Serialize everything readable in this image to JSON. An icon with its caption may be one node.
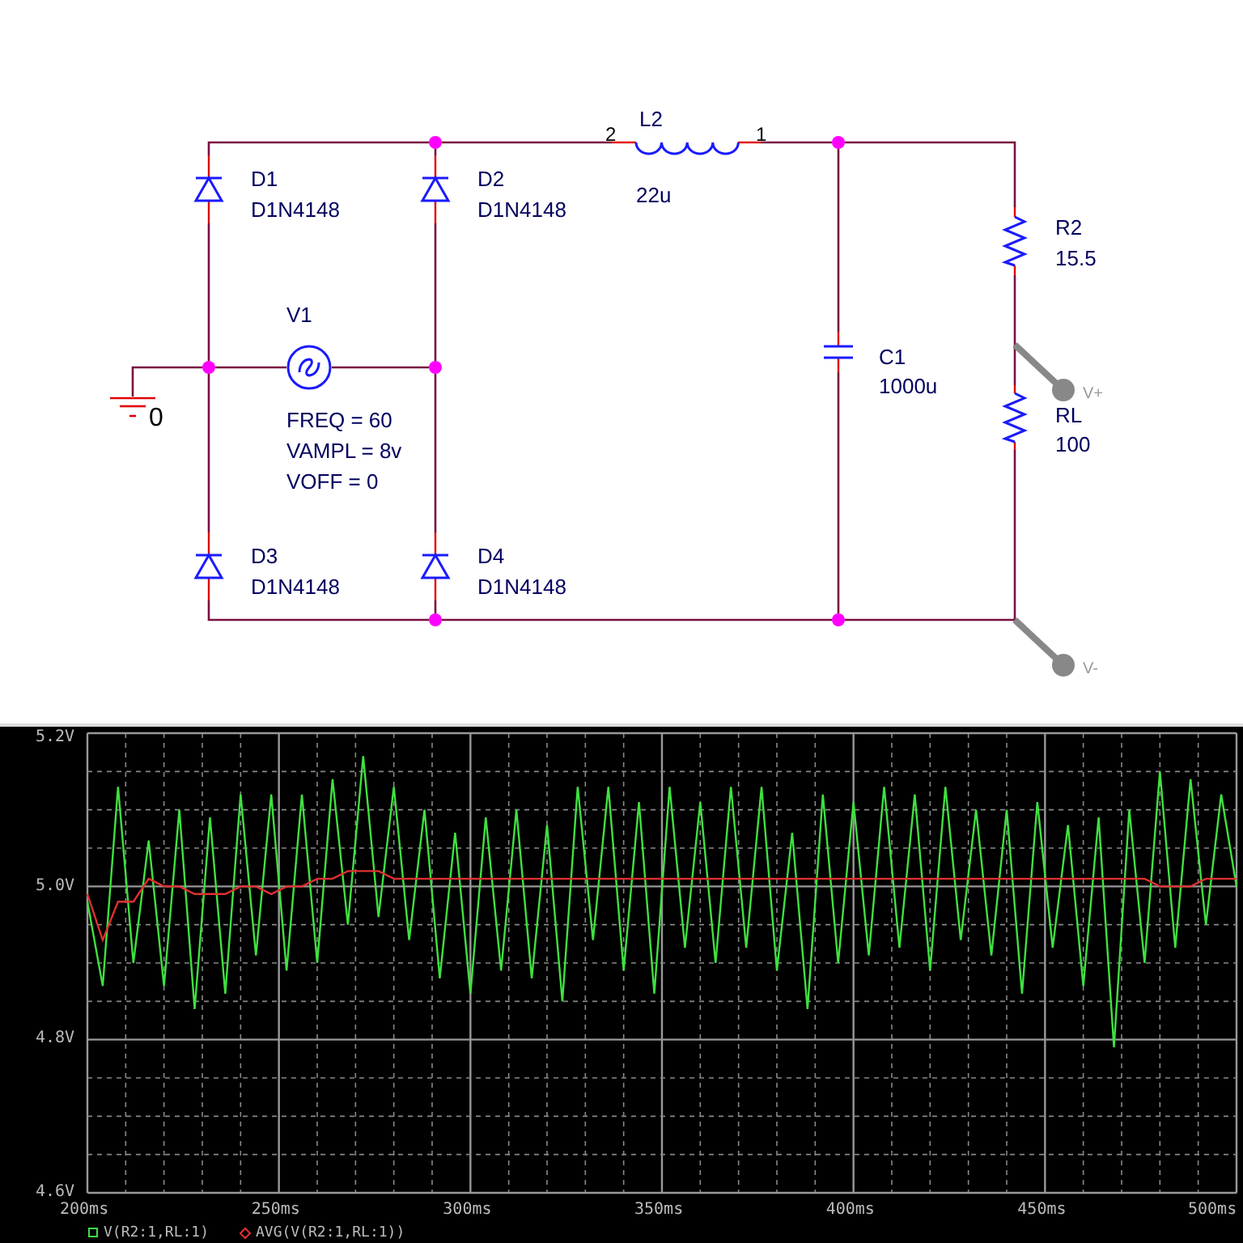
{
  "diagram": {
    "nodes": [
      {
        "text": [],
        "shape": "diode",
        "beside": [
          "D1",
          "D1N4148"
        ]
      },
      {
        "text": [],
        "shape": "dot"
      },
      {
        "text": [],
        "shape": "diode",
        "beside": [
          "D2",
          "D1N4148"
        ]
      },
      {
        "text": [],
        "shape": "inductor",
        "beside": [
          "L2",
          "2",
          "1",
          "22u"
        ]
      },
      {
        "text": [],
        "shape": "dot"
      },
      {
        "text": [],
        "shape": "resistor",
        "beside": [
          "R2",
          "15.5"
        ]
      },
      {
        "text": [],
        "shape": "circle",
        "beside": [
          "V1",
          "FREQ = 60",
          "VAMPL = 8v",
          "VOFF = 0"
        ]
      },
      {
        "text": [],
        "shape": "dot"
      },
      {
        "text": [],
        "shape": "dot"
      },
      {
        "text": [],
        "shape": "ground",
        "beside": [
          "0"
        ]
      },
      {
        "text": [],
        "shape": "capacitor",
        "beside": [
          "C1",
          "1000u"
        ]
      },
      {
        "text": [],
        "shape": "probe",
        "beside": [
          "V+"
        ]
      },
      {
        "text": [],
        "shape": "resistor",
        "beside": [
          "RL",
          "100"
        ]
      },
      {
        "text": [],
        "shape": "diode",
        "beside": [
          "D3",
          "D1N4148"
        ]
      },
      {
        "text": [],
        "shape": "diode",
        "beside": [
          "D4",
          "D1N4148"
        ]
      },
      {
        "text": [],
        "shape": "dot"
      },
      {
        "text": [],
        "shape": "dot"
      },
      {
        "text": [],
        "shape": "probe",
        "beside": [
          "V-"
        ]
      }
    ],
    "edges": [
      {
        "from": 0,
        "to": 1,
        "arrow": "none"
      },
      {
        "from": 1,
        "to": 2,
        "arrow": "none"
      },
      {
        "from": 1,
        "to": 3,
        "arrow": "none"
      },
      {
        "from": 3,
        "to": 4,
        "arrow": "none"
      },
      {
        "from": 4,
        "to": 5,
        "arrow": "none"
      },
      {
        "from": 4,
        "to": 10,
        "arrow": "none"
      },
      {
        "from": 0,
        "to": 7,
        "arrow": "none"
      },
      {
        "from": 7,
        "to": 13,
        "arrow": "none"
      },
      {
        "from": 7,
        "to": 6,
        "arrow": "none"
      },
      {
        "from": 7,
        "to": 9,
        "arrow": "none"
      },
      {
        "from": 6,
        "to": 8,
        "arrow": "none"
      },
      {
        "from": 2,
        "to": 8,
        "arrow": "none"
      },
      {
        "from": 8,
        "to": 14,
        "arrow": "none"
      },
      {
        "from": 5,
        "to": 12,
        "arrow": "none"
      },
      {
        "from": 10,
        "to": 16,
        "arrow": "none"
      },
      {
        "from": 13,
        "to": 15,
        "arrow": "none"
      },
      {
        "from": 14,
        "to": 15,
        "arrow": "none"
      },
      {
        "from": 15,
        "to": 16,
        "arrow": "none"
      },
      {
        "from": 12,
        "to": 16,
        "arrow": "none"
      }
    ],
    "chart_data": {
      "type": "line",
      "x": [
        200,
        204,
        208,
        212,
        216,
        220,
        224,
        228,
        232,
        236,
        240,
        244,
        248,
        252,
        256,
        260,
        264,
        268,
        272,
        276,
        280,
        284,
        288,
        292,
        296,
        300,
        304,
        308,
        312,
        316,
        320,
        324,
        328,
        332,
        336,
        340,
        344,
        348,
        352,
        356,
        360,
        364,
        368,
        372,
        376,
        380,
        384,
        388,
        392,
        396,
        400,
        404,
        408,
        412,
        416,
        420,
        424,
        428,
        432,
        436,
        440,
        444,
        448,
        452,
        456,
        460,
        464,
        468,
        472,
        476,
        480,
        484,
        488,
        492,
        496,
        500
      ],
      "xlim": [
        200,
        500
      ],
      "ylim": [
        4.6,
        5.2
      ],
      "grid": true,
      "legend": "bottom",
      "xticks": [
        {
          "value": 200,
          "label": "200ms"
        },
        {
          "value": 250,
          "label": "250ms"
        },
        {
          "value": 300,
          "label": "300ms"
        },
        {
          "value": 350,
          "label": "350ms"
        },
        {
          "value": 400,
          "label": "400ms"
        },
        {
          "value": 450,
          "label": "450ms"
        },
        {
          "value": 500,
          "label": "500ms"
        }
      ],
      "yticks": [
        {
          "value": 4.6,
          "label": "4.6V"
        },
        {
          "value": 4.8,
          "label": "4.8V"
        },
        {
          "value": 5.0,
          "label": "5.0V"
        },
        {
          "value": 5.2,
          "label": "5.2V"
        }
      ],
      "series": [
        {
          "name": "V(R2:1,RL:1)",
          "color": "#40e040",
          "values": [
            4.98,
            4.87,
            5.13,
            4.9,
            5.06,
            4.87,
            5.1,
            4.84,
            5.09,
            4.86,
            5.12,
            4.91,
            5.12,
            4.89,
            5.12,
            4.9,
            5.14,
            4.95,
            5.17,
            4.96,
            5.13,
            4.93,
            5.1,
            4.88,
            5.07,
            4.86,
            5.09,
            4.89,
            5.1,
            4.88,
            5.08,
            4.85,
            5.13,
            4.93,
            5.13,
            4.89,
            5.11,
            4.86,
            5.13,
            4.92,
            5.11,
            4.9,
            5.13,
            4.92,
            5.13,
            4.89,
            5.07,
            4.84,
            5.12,
            4.9,
            5.11,
            4.91,
            5.13,
            4.92,
            5.12,
            4.89,
            5.13,
            4.93,
            5.1,
            4.91,
            5.1,
            4.86,
            5.11,
            4.92,
            5.08,
            4.87,
            5.09,
            4.79,
            5.1,
            4.9,
            5.15,
            4.92,
            5.14,
            4.95,
            5.12,
            5.0
          ]
        },
        {
          "name": "AVG(V(R2:1,RL:1))",
          "color": "#e03030",
          "values": [
            4.99,
            4.93,
            4.98,
            4.98,
            5.01,
            5.0,
            5.0,
            4.99,
            4.99,
            4.99,
            5.0,
            5.0,
            4.99,
            5.0,
            5.0,
            5.01,
            5.01,
            5.02,
            5.02,
            5.02,
            5.01,
            5.01,
            5.01,
            5.01,
            5.01,
            5.01,
            5.01,
            5.01,
            5.01,
            5.01,
            5.01,
            5.01,
            5.01,
            5.01,
            5.01,
            5.01,
            5.01,
            5.01,
            5.01,
            5.01,
            5.01,
            5.01,
            5.01,
            5.01,
            5.01,
            5.01,
            5.01,
            5.01,
            5.01,
            5.01,
            5.01,
            5.01,
            5.01,
            5.01,
            5.01,
            5.01,
            5.01,
            5.01,
            5.01,
            5.01,
            5.01,
            5.01,
            5.01,
            5.01,
            5.01,
            5.01,
            5.01,
            5.01,
            5.01,
            5.01,
            5.0,
            5.0,
            5.0,
            5.01,
            5.01,
            5.01
          ]
        }
      ]
    }
  }
}
